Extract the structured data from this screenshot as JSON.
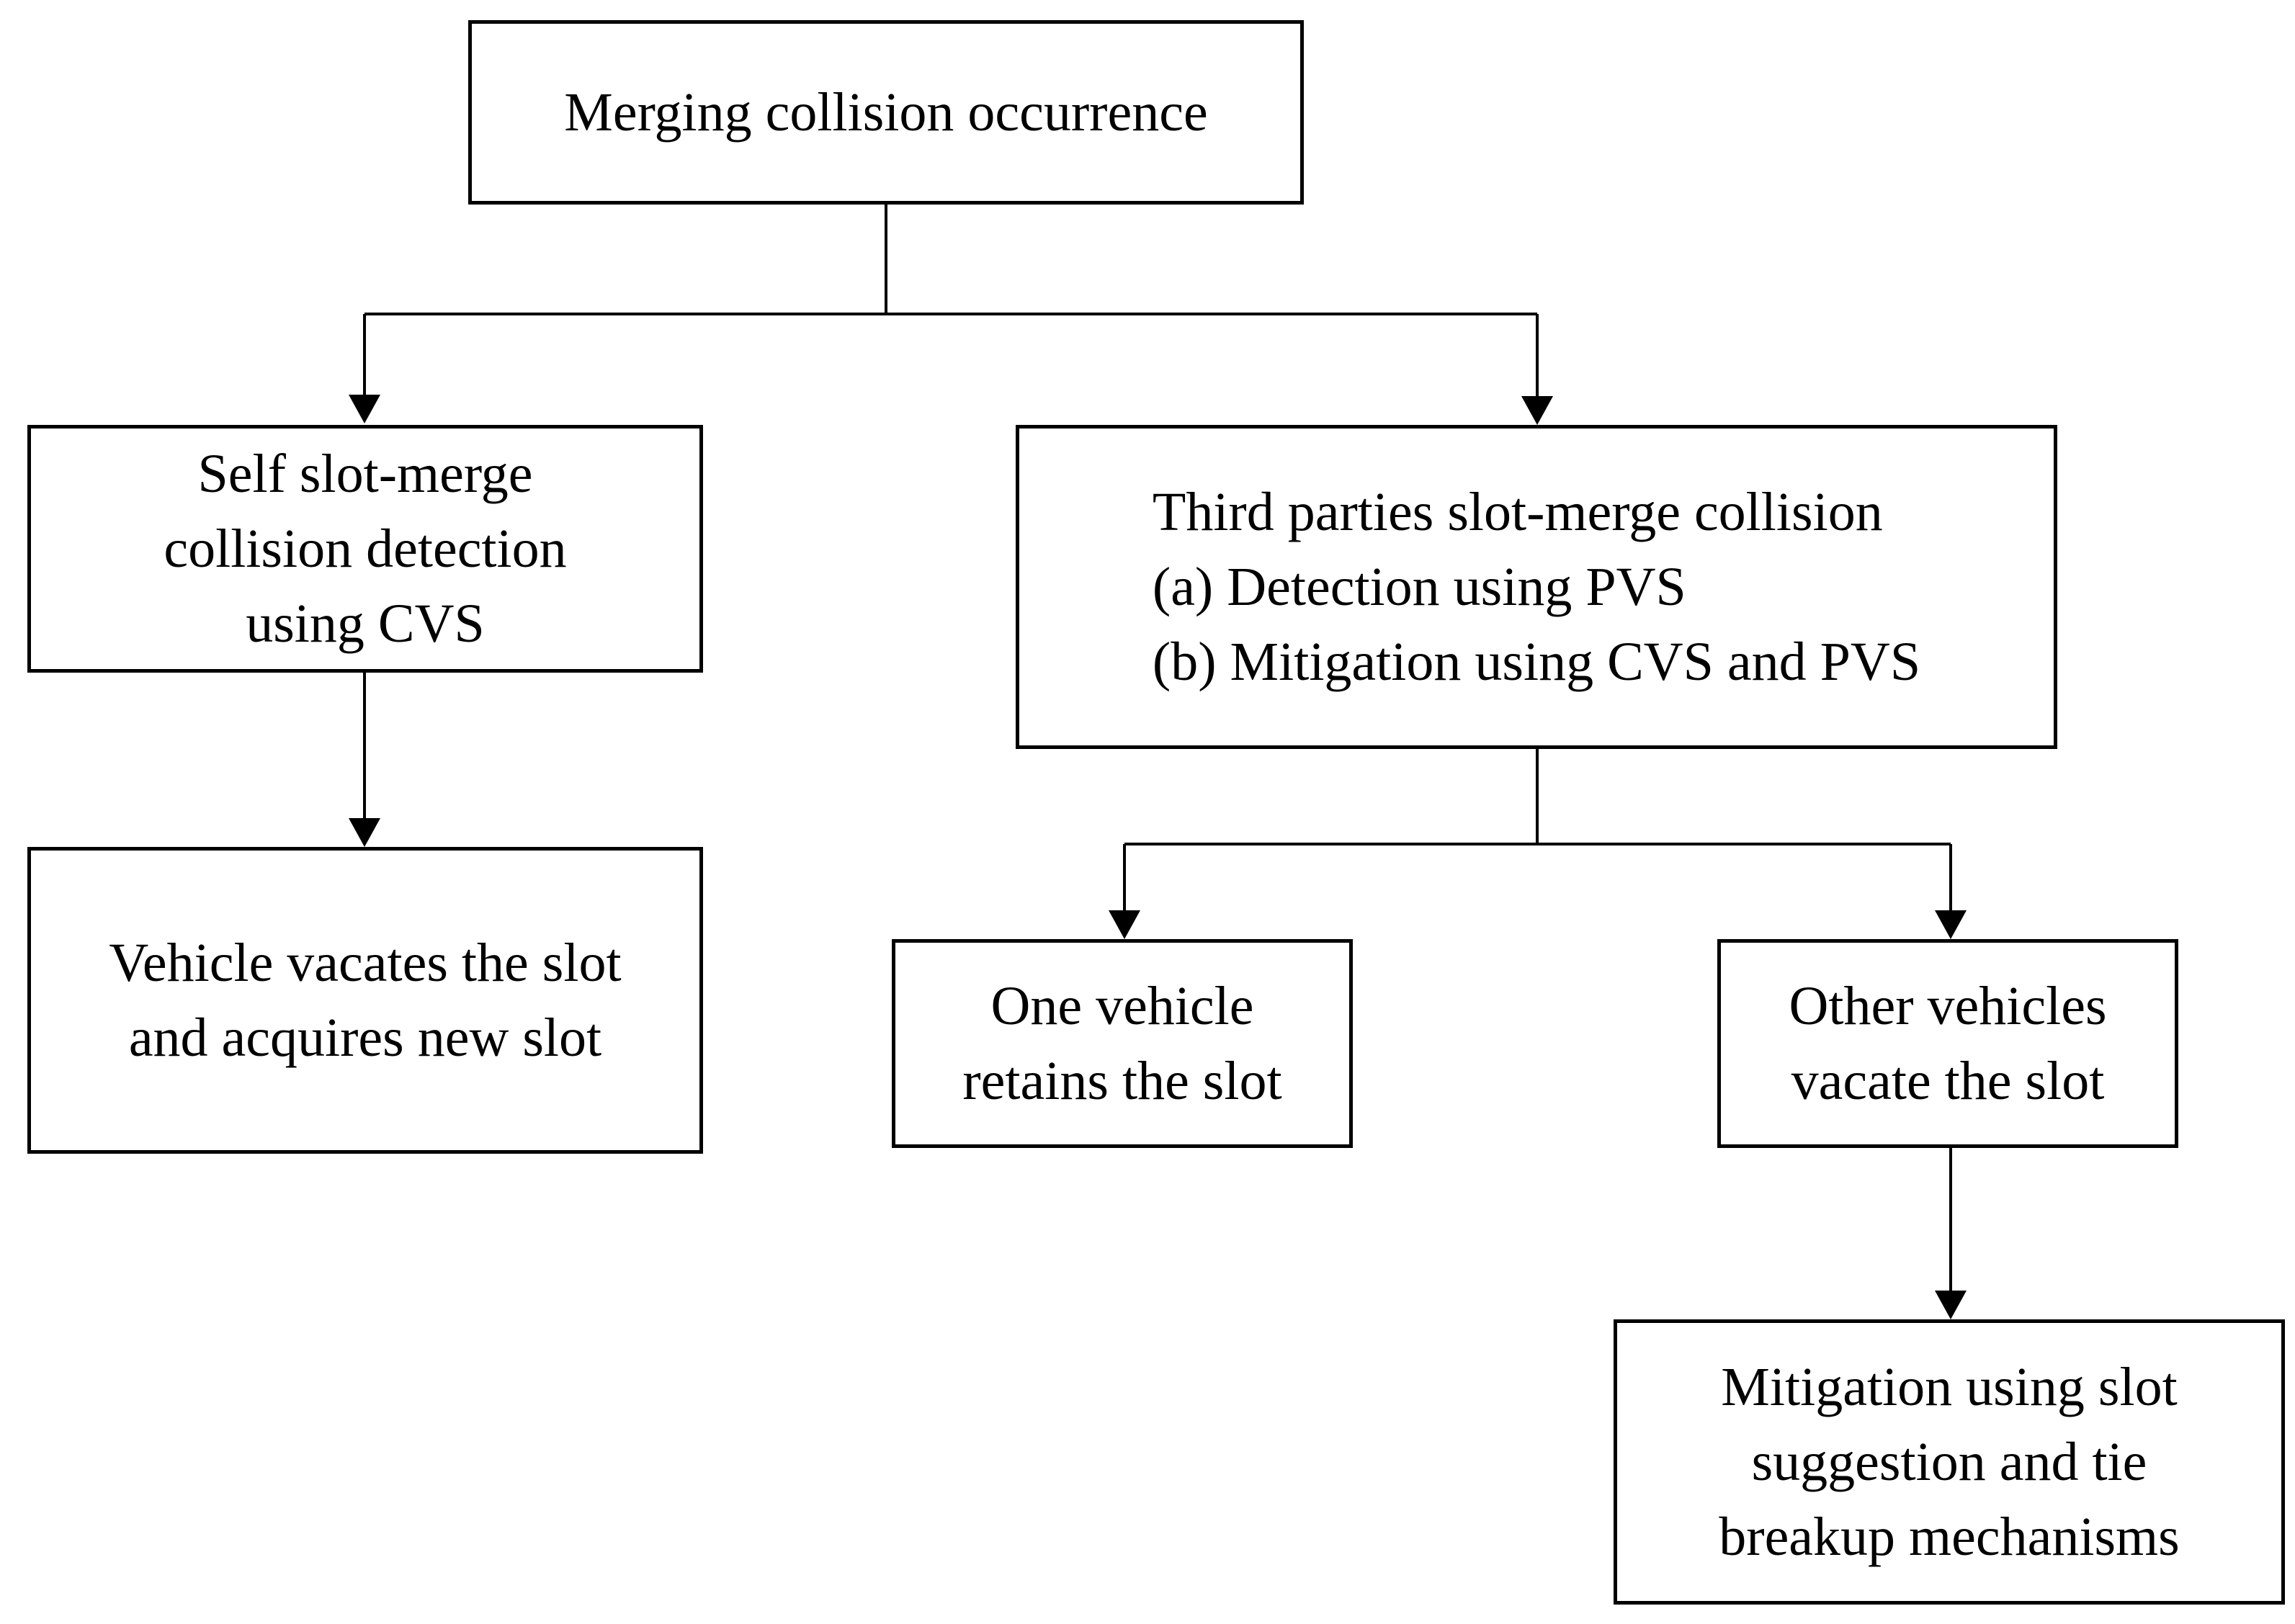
{
  "nodes": {
    "root": {
      "lines": [
        "Merging collision occurrence"
      ]
    },
    "self_detection": {
      "lines": [
        "Self slot-merge",
        "collision detection",
        "using CVS"
      ]
    },
    "third_parties": {
      "lines": [
        "Third parties slot-merge collision",
        "(a) Detection using PVS",
        "(b) Mitigation using CVS and PVS"
      ]
    },
    "vehicle_vacates": {
      "lines": [
        "Vehicle vacates the slot",
        "and acquires new slot"
      ]
    },
    "one_vehicle": {
      "lines": [
        "One vehicle",
        "retains the slot"
      ]
    },
    "other_vehicles": {
      "lines": [
        "Other vehicles",
        "vacate the slot"
      ]
    },
    "mitigation": {
      "lines": [
        "Mitigation using slot",
        "suggestion and tie",
        "breakup mechanisms"
      ]
    }
  }
}
